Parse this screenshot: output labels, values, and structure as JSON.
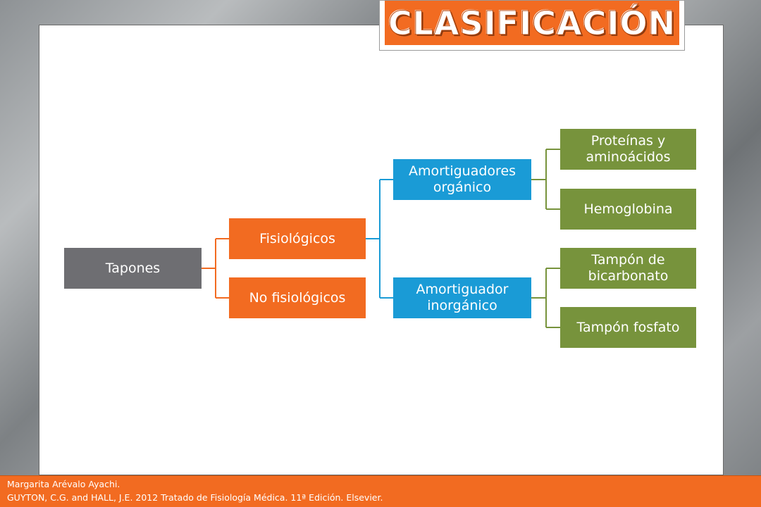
{
  "title": "CLASIFICACIÓN",
  "diagram": {
    "root": "Tapones",
    "level1": {
      "physiological": "Fisiológicos",
      "non_physiological": "No fisiológicos"
    },
    "level2": {
      "organic": "Amortiguadores orgánico",
      "inorganic": "Amortiguador inorgánico"
    },
    "level3": {
      "proteins": "Proteínas y aminoácidos",
      "hemoglobin": "Hemoglobina",
      "bicarbonate": "Tampón de bicarbonato",
      "phosphate": "Tampón fosfato"
    }
  },
  "colors": {
    "orange": "#f26b21",
    "gray": "#6e6e72",
    "blue": "#1a9bd6",
    "green": "#77933c"
  },
  "footer": {
    "author": "Margarita Arévalo Ayachi.",
    "reference": "GUYTON, C.G. and HALL, J.E. 2012 Tratado de Fisiología Médica. 11ª Edición. Elsevier."
  }
}
